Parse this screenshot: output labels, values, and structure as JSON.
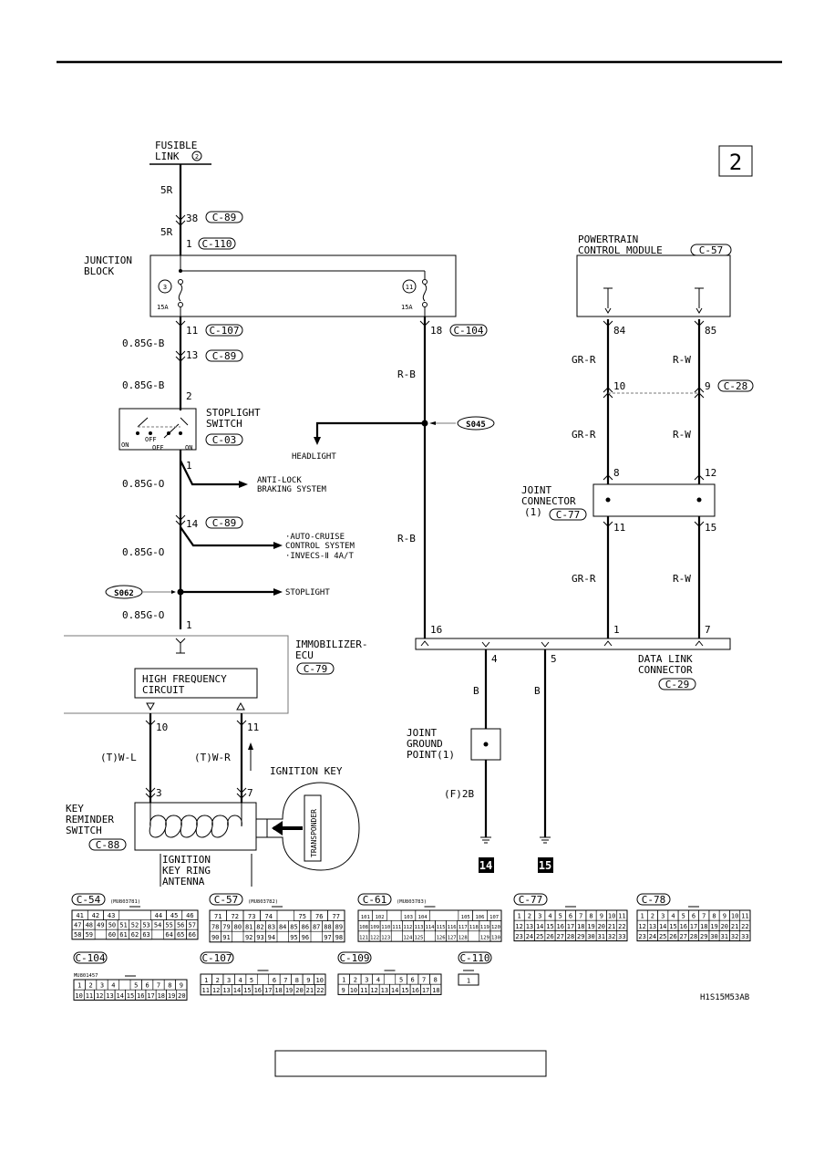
{
  "page_number": "2",
  "footer_box": "",
  "figure_code": "H1S15M53AB",
  "components": {
    "fusible_link": [
      "FUSIBLE",
      "LINK"
    ],
    "fusible_link_no": "2",
    "junction_block": [
      "JUNCTION",
      "BLOCK"
    ],
    "fuse_left": {
      "no": "3",
      "amp": "15A"
    },
    "fuse_right": {
      "no": "11",
      "amp": "15A"
    },
    "stoplight_switch": [
      "STOPLIGHT",
      "SWITCH"
    ],
    "switch_labels": {
      "on": "ON",
      "off": "OFF"
    },
    "headlight": "HEADLIGHT",
    "abs": [
      "ANTI-LOCK",
      "BRAKING SYSTEM"
    ],
    "cruise": [
      "·AUTO-CRUISE",
      " CONTROL SYSTEM",
      "·INVECS-Ⅱ 4A/T"
    ],
    "stoplight": "STOPLIGHT",
    "pcm": [
      "POWERTRAIN",
      "CONTROL MODULE"
    ],
    "joint_connector": [
      "JOINT",
      "CONNECTOR",
      "(1)"
    ],
    "immobilizer": [
      "IMMOBILIZER-",
      "ECU"
    ],
    "hf_circuit": [
      "HIGH FREQUENCY",
      "CIRCUIT"
    ],
    "data_link": [
      "DATA LINK",
      "CONNECTOR"
    ],
    "joint_ground": [
      "JOINT",
      "GROUND",
      "POINT(1)"
    ],
    "key_reminder": [
      "KEY",
      "REMINDER",
      "SWITCH"
    ],
    "ignition_key": "IGNITION KEY",
    "transponder": "TRANSPONDER",
    "antenna": [
      "IGNITION",
      "KEY RING",
      "ANTENNA"
    ],
    "ground_14": "14",
    "ground_15": "15"
  },
  "connectors": {
    "c89": "C-89",
    "c110": "C-110",
    "c107": "C-107",
    "c104": "C-104",
    "c03": "C-03",
    "c57": "C-57",
    "c28": "C-28",
    "c77": "C-77",
    "c79": "C-79",
    "c29": "C-29",
    "c88": "C-88",
    "s045": "S045",
    "s062": "S062"
  },
  "wires": {
    "w5r": "5R",
    "w085gb": "0.85G-B",
    "w085go": "0.85G-O",
    "wrb": "R-B",
    "wgrr": "GR-R",
    "wrw": "R-W",
    "wb": "B",
    "wf2b": "(F)2B",
    "wtwl": "(T)W-L",
    "wtwr": "(T)W-R"
  },
  "pins": {
    "p38": "38",
    "p1": "1",
    "p11": "11",
    "p13": "13",
    "p2": "2",
    "p1b": "1",
    "p14": "14",
    "p1c": "1",
    "p18": "18",
    "p84": "84",
    "p85": "85",
    "p10": "10",
    "p9": "9",
    "p8": "8",
    "p12": "12",
    "p11b": "11",
    "p15": "15",
    "p16": "16",
    "p4": "4",
    "p5": "5",
    "p1d": "1",
    "p7": "7",
    "p10b": "10",
    "p11c": "11",
    "p3": "3",
    "p7b": "7"
  },
  "connector_faces": [
    {
      "id": "C-54",
      "part": "(MU803781)",
      "rows": [
        [
          "41",
          "42",
          "43",
          "",
          "",
          "44",
          "45",
          "46"
        ],
        [
          "47",
          "48",
          "49",
          "50",
          "51",
          "52",
          "53",
          "54",
          "55",
          "56",
          "57"
        ],
        [
          "58",
          "59",
          "",
          "60",
          "61",
          "62",
          "63",
          "",
          "64",
          "65",
          "66"
        ]
      ]
    },
    {
      "id": "C-57",
      "part": "(MU803782)",
      "rows": [
        [
          "71",
          "72",
          "73",
          "74",
          "",
          "75",
          "76",
          "77"
        ],
        [
          "78",
          "79",
          "80",
          "81",
          "82",
          "83",
          "84",
          "85",
          "86",
          "87",
          "88",
          "89"
        ],
        [
          "90",
          "91",
          "",
          "92",
          "93",
          "94",
          "",
          "95",
          "96",
          "",
          "97",
          "98"
        ]
      ]
    },
    {
      "id": "C-61",
      "part": "(MU803783)",
      "rows": [
        [
          "101",
          "102",
          "",
          "103",
          "104",
          "",
          "",
          "105",
          "106",
          "107"
        ],
        [
          "108",
          "109",
          "110",
          "111",
          "112",
          "113",
          "114",
          "115",
          "116",
          "117",
          "118",
          "119",
          "120"
        ],
        [
          "121",
          "122",
          "123",
          "",
          "124",
          "125",
          "",
          "126",
          "127",
          "128",
          "",
          "129",
          "130"
        ]
      ]
    },
    {
      "id": "C-77",
      "part": "",
      "rows": [
        [
          "1",
          "2",
          "3",
          "4",
          "5",
          "6",
          "7",
          "8",
          "9",
          "10",
          "11"
        ],
        [
          "12",
          "13",
          "14",
          "15",
          "16",
          "17",
          "18",
          "19",
          "20",
          "21",
          "22"
        ],
        [
          "23",
          "24",
          "25",
          "26",
          "27",
          "28",
          "29",
          "30",
          "31",
          "32",
          "33"
        ]
      ]
    },
    {
      "id": "C-78",
      "part": "",
      "rows": [
        [
          "1",
          "2",
          "3",
          "4",
          "5",
          "6",
          "7",
          "8",
          "9",
          "10",
          "11"
        ],
        [
          "12",
          "13",
          "14",
          "15",
          "16",
          "17",
          "18",
          "19",
          "20",
          "21",
          "22"
        ],
        [
          "23",
          "24",
          "25",
          "26",
          "27",
          "28",
          "29",
          "30",
          "31",
          "32",
          "33"
        ]
      ]
    },
    {
      "id": "C-104",
      "part": "MU801457",
      "rows": [
        [
          "1",
          "2",
          "3",
          "4",
          "",
          "5",
          "6",
          "7",
          "8",
          "9"
        ],
        [
          "10",
          "11",
          "12",
          "13",
          "14",
          "15",
          "16",
          "17",
          "18",
          "19",
          "20"
        ]
      ]
    },
    {
      "id": "C-107",
      "part": "",
      "rows": [
        [
          "1",
          "2",
          "3",
          "4",
          "5",
          "",
          "6",
          "7",
          "8",
          "9",
          "10"
        ],
        [
          "11",
          "12",
          "13",
          "14",
          "15",
          "16",
          "17",
          "18",
          "19",
          "20",
          "21",
          "22"
        ]
      ]
    },
    {
      "id": "C-109",
      "part": "",
      "rows": [
        [
          "1",
          "2",
          "3",
          "4",
          "",
          "5",
          "6",
          "7",
          "8"
        ],
        [
          "9",
          "10",
          "11",
          "12",
          "13",
          "14",
          "15",
          "16",
          "17",
          "18"
        ]
      ]
    },
    {
      "id": "C-110",
      "part": "",
      "rows": [
        [
          "1"
        ]
      ]
    }
  ]
}
